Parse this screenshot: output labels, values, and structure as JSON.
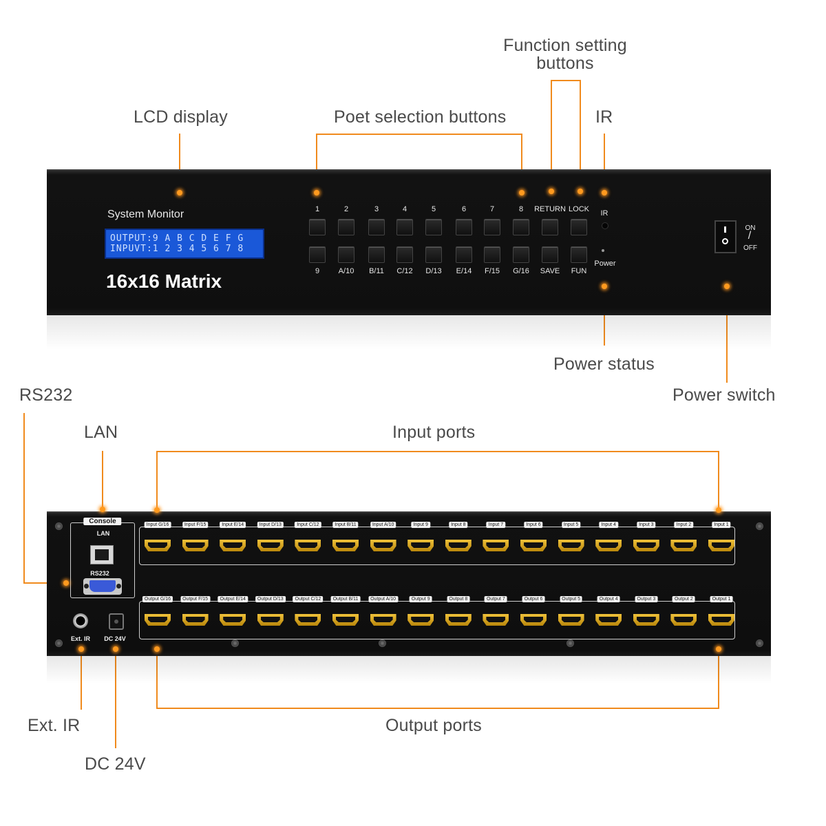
{
  "colors": {
    "accent": "#f08a1c",
    "panel": "#111111",
    "lcd": "#1a58d8",
    "port": "#d4a017"
  },
  "callouts": {
    "function_setting": "Function setting\nbuttons",
    "lcd_display": "LCD display",
    "port_selection": "Poet selection buttons",
    "ir": "IR",
    "power_status": "Power status",
    "power_switch": "Power switch",
    "rs232": "RS232",
    "lan": "LAN",
    "input_ports": "Input ports",
    "output_ports": "Output ports",
    "ext_ir": "Ext. IR",
    "dc_24v": "DC 24V"
  },
  "front": {
    "system_monitor": "System Monitor",
    "lcd_line1": "OUTPUT:9 A B C D E F G",
    "lcd_line2": "INPUVT:1 2 3 4 5 6 7 8",
    "model": "16x16 Matrix",
    "top_labels": [
      "1",
      "2",
      "3",
      "4",
      "5",
      "6",
      "7",
      "8",
      "RETURN",
      "LOCK"
    ],
    "bottom_labels": [
      "9",
      "A/10",
      "B/11",
      "C/12",
      "D/13",
      "E/14",
      "F/15",
      "G/16",
      "SAVE",
      "FUN"
    ],
    "ir_label": "IR",
    "power_label": "Power",
    "switch_on": "ON",
    "switch_slash": "/",
    "switch_off": "OFF"
  },
  "rear": {
    "console": "Console",
    "lan": "LAN",
    "rs232": "RS232",
    "ext_ir": "Ext. IR",
    "dc_24v": "DC 24V",
    "inputs": [
      "Input G/16",
      "Input F/15",
      "Input E/14",
      "Input D/13",
      "Input C/12",
      "Input B/11",
      "Input A/10",
      "Input 9",
      "Input 8",
      "Input 7",
      "Input 6",
      "Input 5",
      "Input 4",
      "Input 3",
      "Input 2",
      "Input 1"
    ],
    "outputs": [
      "Output G/16",
      "Output F/15",
      "Output E/14",
      "Output D/13",
      "Output C/12",
      "Output B/11",
      "Output A/10",
      "Output 9",
      "Output 8",
      "Output 7",
      "Output 6",
      "Output 5",
      "Output 4",
      "Output 3",
      "Output 2",
      "Output 1"
    ]
  }
}
